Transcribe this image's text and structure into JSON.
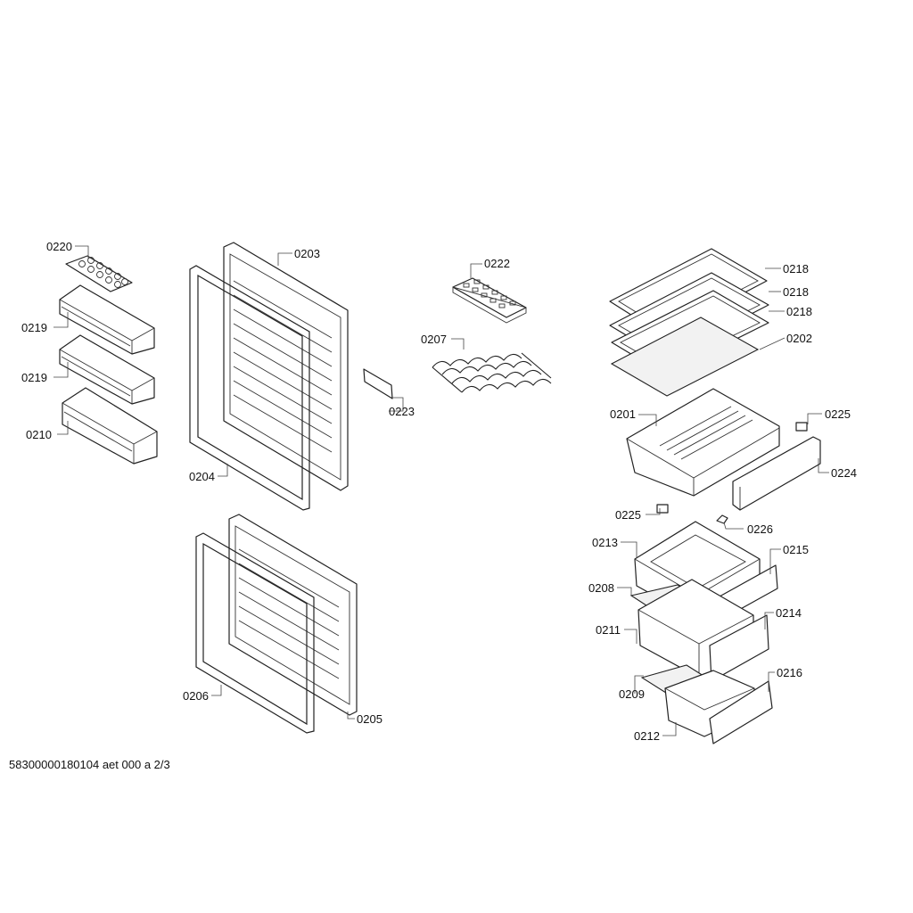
{
  "diagram": {
    "labels": {
      "p0220": "0220",
      "p0219a": "0219",
      "p0219b": "0219",
      "p0210": "0210",
      "p0203": "0203",
      "p0204": "0204",
      "p0223": "0223",
      "p0222": "0222",
      "p0207": "0207",
      "p0218a": "0218",
      "p0218b": "0218",
      "p0218c": "0218",
      "p0202": "0202",
      "p0201": "0201",
      "p0225a": "0225",
      "p0224": "0224",
      "p0225b": "0225",
      "p0226": "0226",
      "p0213": "0213",
      "p0215": "0215",
      "p0208": "0208",
      "p0214": "0214",
      "p0211": "0211",
      "p0216": "0216",
      "p0209": "0209",
      "p0212": "0212",
      "p0206": "0206",
      "p0205": "0205"
    },
    "footer": "58300000180104 aet 000 a 2/3"
  }
}
